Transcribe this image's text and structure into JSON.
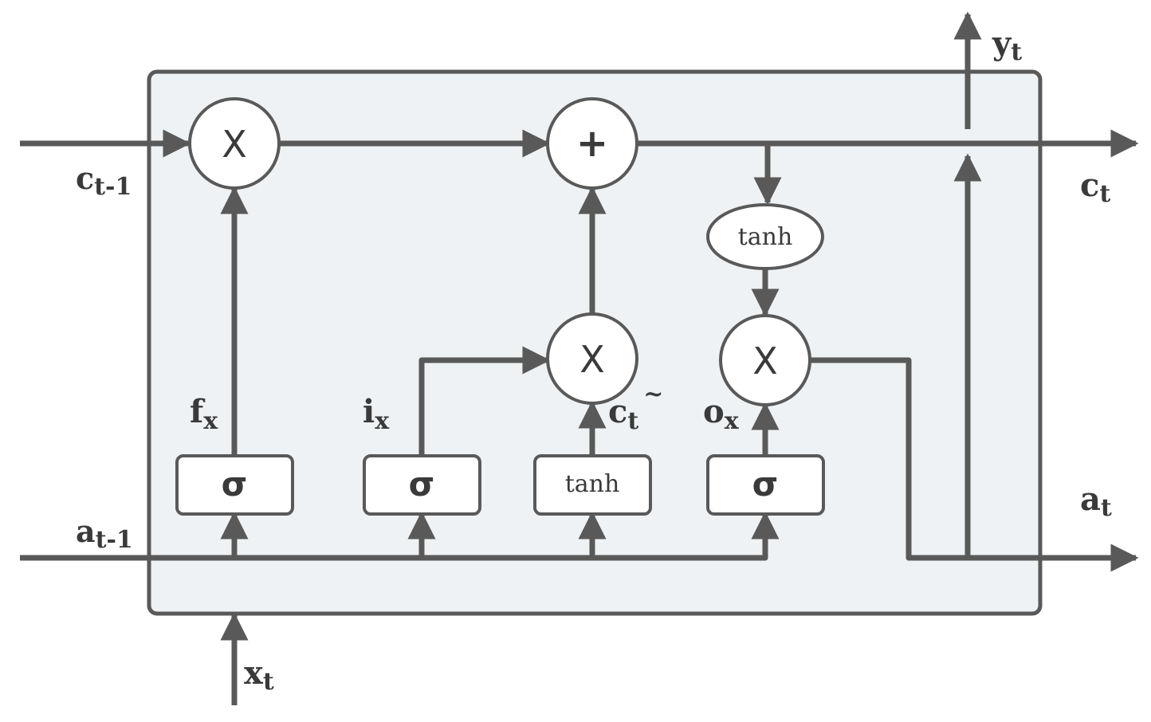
{
  "colors": {
    "line": "#595959",
    "cell_fill": "#eef2f4",
    "node_fill": "#ffffff",
    "text": "#3a3a3a"
  },
  "inputs": {
    "c_prev": {
      "base": "c",
      "sub": "t-1"
    },
    "a_prev": {
      "base": "a",
      "sub": "t-1"
    },
    "x": {
      "base": "x",
      "sub": "t"
    }
  },
  "outputs": {
    "c": {
      "base": "c",
      "sub": "t"
    },
    "a": {
      "base": "a",
      "sub": "t"
    },
    "y": {
      "base": "y",
      "sub": "t"
    }
  },
  "gates": {
    "forget": {
      "base": "f",
      "sub": "x",
      "activation": "σ"
    },
    "input": {
      "base": "i",
      "sub": "x",
      "activation": "σ"
    },
    "candidate": {
      "base": "c",
      "sub": "t",
      "mark": "~",
      "activation": "tanh"
    },
    "output": {
      "base": "o",
      "sub": "x",
      "activation": "σ"
    }
  },
  "ops": {
    "forget_mult": "X",
    "cell_add": "+",
    "input_mult": "X",
    "output_mult": "X",
    "cell_tanh": "tanh"
  }
}
